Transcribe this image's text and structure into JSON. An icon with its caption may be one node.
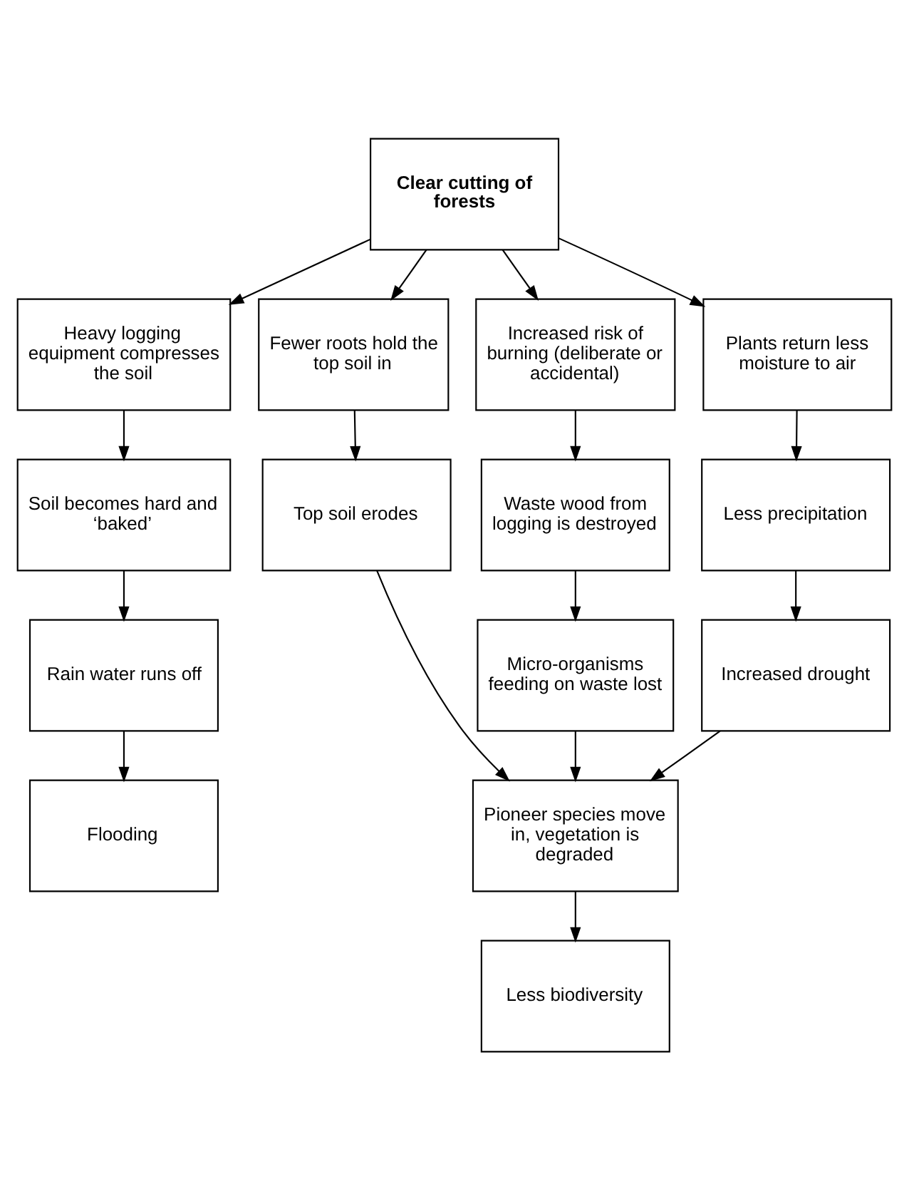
{
  "diagram": {
    "nodes": [
      {
        "text": [
          "Clear cutting of forests"
        ]
      },
      {
        "text": [
          "Heavy logging equipment compresses the soil"
        ]
      },
      {
        "text": [
          "Fewer roots hold the top soil in"
        ]
      },
      {
        "text": [
          "Increased risk of burning (deliberate or accidental)"
        ]
      },
      {
        "text": [
          "Plants return less moisture to air"
        ]
      },
      {
        "text": [
          "Soil becomes hard and ‘baked’"
        ]
      },
      {
        "text": [
          "Top soil erodes"
        ]
      },
      {
        "text": [
          "Waste wood from logging is destroyed"
        ]
      },
      {
        "text": [
          "Less precipitation"
        ]
      },
      {
        "text": [
          "Rain water runs off"
        ]
      },
      {
        "text": [
          "Micro-organisms feeding on waste lost"
        ]
      },
      {
        "text": [
          "Increased drought"
        ]
      },
      {
        "text": [
          "Flooding"
        ]
      },
      {
        "text": [
          "Pioneer species move in, vegetation is degraded"
        ]
      },
      {
        "text": [
          "Less biodiversity"
        ]
      }
    ],
    "edges": [
      {
        "from": 0,
        "to": 1,
        "arrow": "to"
      },
      {
        "from": 0,
        "to": 2,
        "arrow": "to"
      },
      {
        "from": 0,
        "to": 3,
        "arrow": "to"
      },
      {
        "from": 0,
        "to": 4,
        "arrow": "to"
      },
      {
        "from": 1,
        "to": 5,
        "arrow": "to"
      },
      {
        "from": 2,
        "to": 6,
        "arrow": "to"
      },
      {
        "from": 3,
        "to": 7,
        "arrow": "to"
      },
      {
        "from": 4,
        "to": 8,
        "arrow": "to"
      },
      {
        "from": 5,
        "to": 9,
        "arrow": "to"
      },
      {
        "from": 7,
        "to": 10,
        "arrow": "to"
      },
      {
        "from": 8,
        "to": 11,
        "arrow": "to"
      },
      {
        "from": 9,
        "to": 12,
        "arrow": "to"
      },
      {
        "from": 6,
        "to": 13,
        "arrow": "to"
      },
      {
        "from": 10,
        "to": 13,
        "arrow": "to"
      },
      {
        "from": 11,
        "to": 13,
        "arrow": "to"
      },
      {
        "from": 13,
        "to": 14,
        "arrow": "to"
      }
    ]
  }
}
